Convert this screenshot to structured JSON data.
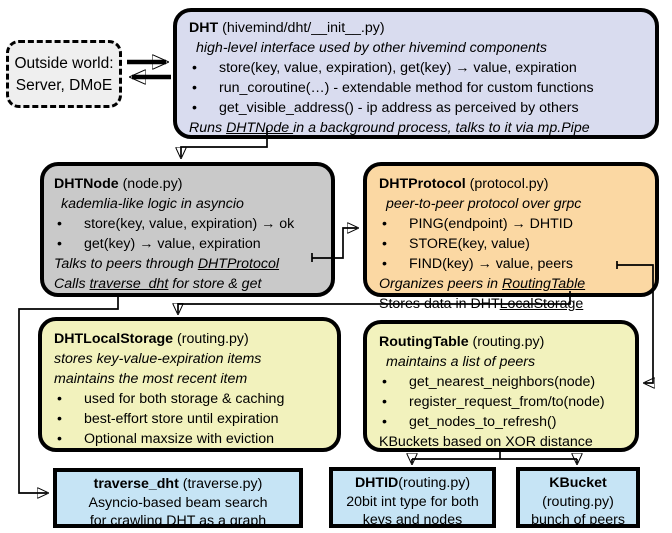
{
  "colors": {
    "border": "#000000",
    "dht_fill": "#d9dcef",
    "dhtnode_fill": "#c9c9c9",
    "dhtprotocol_fill": "#fbd8a3",
    "storage_fill": "#f2f2bd",
    "routing_fill": "#f2f2bd",
    "blue_fill": "#c6e4f5",
    "outside_fill": "#efefef"
  },
  "boxes": [
    {
      "id": "outside",
      "fill": "#efefef",
      "lines": [
        {
          "segments": [
            {
              "text": "Outside world:"
            }
          ]
        },
        {
          "segments": [
            {
              "text": "Server, DMoE"
            }
          ]
        }
      ]
    },
    {
      "id": "dht",
      "fill": "#d9dcef",
      "lines": [
        {
          "segments": [
            {
              "text": "DHT",
              "style": "b"
            },
            {
              "text": " (hivemind/dht/__init__.py)"
            }
          ]
        },
        {
          "indent": true,
          "segments": [
            {
              "text": "high-level interface used by other hivemind components",
              "style": "i"
            }
          ]
        },
        {
          "bullet": true,
          "segments": [
            {
              "text": "store(key, value, expiration), get(key) → value, expiration"
            }
          ]
        },
        {
          "bullet": true,
          "segments": [
            {
              "text": "run_coroutine(…) - extendable method for custom functions"
            }
          ]
        },
        {
          "bullet": true,
          "segments": [
            {
              "text": "get_visible_address() - ip address as perceived by others"
            }
          ]
        },
        {
          "segments": [
            {
              "text": "Runs ",
              "style": "i"
            },
            {
              "text": "DHTNode ",
              "style": "i u"
            },
            {
              "text": "in a background process, talks to it via mp.Pipe",
              "style": "i"
            }
          ]
        }
      ]
    },
    {
      "id": "dhtnode",
      "fill": "#c9c9c9",
      "lines": [
        {
          "segments": [
            {
              "text": "DHTNode",
              "style": "b"
            },
            {
              "text": " (node.py)"
            }
          ]
        },
        {
          "indent": true,
          "segments": [
            {
              "text": "kademlia-like logic in asyncio",
              "style": "i"
            }
          ]
        },
        {
          "bullet": true,
          "segments": [
            {
              "text": "store(key, value, expiration) → ok"
            }
          ]
        },
        {
          "bullet": true,
          "segments": [
            {
              "text": "get(key) → value, expiration"
            }
          ]
        },
        {
          "segments": [
            {
              "text": "Talks to peers through ",
              "style": "i"
            },
            {
              "text": "DHTProtocol",
              "style": "i u"
            }
          ]
        },
        {
          "segments": [
            {
              "text": "Calls ",
              "style": "i"
            },
            {
              "text": "traverse_dht",
              "style": "i u"
            },
            {
              "text": " for store & get",
              "style": "i"
            }
          ]
        }
      ]
    },
    {
      "id": "dhtprotocol",
      "fill": "#fbd8a3",
      "lines": [
        {
          "segments": [
            {
              "text": "DHTProtocol",
              "style": "b"
            },
            {
              "text": " (protocol.py)"
            }
          ]
        },
        {
          "indent": true,
          "segments": [
            {
              "text": "peer-to-peer protocol over grpc",
              "style": "i"
            }
          ]
        },
        {
          "bullet": true,
          "segments": [
            {
              "text": "PING(endpoint) → DHTID"
            }
          ]
        },
        {
          "bullet": true,
          "segments": [
            {
              "text": "STORE(key, value)"
            }
          ]
        },
        {
          "bullet": true,
          "segments": [
            {
              "text": "FIND(key) → value, peers"
            }
          ]
        },
        {
          "segments": [
            {
              "text": "Organizes peers in ",
              "style": "i"
            },
            {
              "text": "RoutingTable",
              "style": "i u"
            }
          ]
        },
        {
          "segments": [
            {
              "text": "Stores data in DHT"
            },
            {
              "text": "LocalStorage",
              "style": "u"
            }
          ]
        }
      ]
    },
    {
      "id": "dhtlocalstorage",
      "fill": "#f2f2bd",
      "lines": [
        {
          "segments": [
            {
              "text": "DHTLocalStorage",
              "style": "b"
            },
            {
              "text": " (routing.py)"
            }
          ]
        },
        {
          "segments": [
            {
              "text": "stores key-value-expiration items",
              "style": "i"
            }
          ]
        },
        {
          "segments": [
            {
              "text": "maintains the most recent item",
              "style": "i"
            }
          ]
        },
        {
          "bullet": true,
          "segments": [
            {
              "text": "used for both storage & caching"
            }
          ]
        },
        {
          "bullet": true,
          "segments": [
            {
              "text": "best-effort store until expiration"
            }
          ]
        },
        {
          "bullet": true,
          "segments": [
            {
              "text": "Optional maxsize with eviction"
            }
          ]
        }
      ]
    },
    {
      "id": "routingtable",
      "fill": "#f2f2bd",
      "lines": [
        {
          "segments": [
            {
              "text": "RoutingTable",
              "style": "b"
            },
            {
              "text": " (routing.py)"
            }
          ]
        },
        {
          "indent": true,
          "segments": [
            {
              "text": "maintains a list of peers",
              "style": "i"
            }
          ]
        },
        {
          "bullet": true,
          "segments": [
            {
              "text": "get_nearest_neighbors(node)"
            }
          ]
        },
        {
          "bullet": true,
          "segments": [
            {
              "text": "register_request_from/to(node)"
            }
          ]
        },
        {
          "bullet": true,
          "segments": [
            {
              "text": "get_nodes_to_refresh()"
            }
          ]
        },
        {
          "segments": [
            {
              "text": "KBuckets based on XOR distance"
            }
          ]
        }
      ]
    },
    {
      "id": "traverse",
      "fill": "#c6e4f5",
      "lines": [
        {
          "segments": [
            {
              "text": "traverse_dht",
              "style": "b"
            },
            {
              "text": " (traverse.py)"
            }
          ]
        },
        {
          "segments": [
            {
              "text": "Asyncio-based beam search"
            }
          ]
        },
        {
          "segments": [
            {
              "text": "for crawling DHT as a graph"
            }
          ]
        }
      ]
    },
    {
      "id": "dhtid",
      "fill": "#c6e4f5",
      "lines": [
        {
          "segments": [
            {
              "text": "DHTID",
              "style": "b"
            },
            {
              "text": "(routing.py)"
            }
          ]
        },
        {
          "segments": [
            {
              "text": "20bit int type for both"
            }
          ]
        },
        {
          "segments": [
            {
              "text": "keys and nodes"
            }
          ]
        }
      ]
    },
    {
      "id": "kbucket",
      "fill": "#c6e4f5",
      "lines": [
        {
          "segments": [
            {
              "text": "KBucket",
              "style": "b"
            }
          ]
        },
        {
          "segments": [
            {
              "text": "(routing.py)"
            }
          ]
        },
        {
          "segments": [
            {
              "text": "bunch of peers"
            }
          ]
        }
      ]
    }
  ]
}
